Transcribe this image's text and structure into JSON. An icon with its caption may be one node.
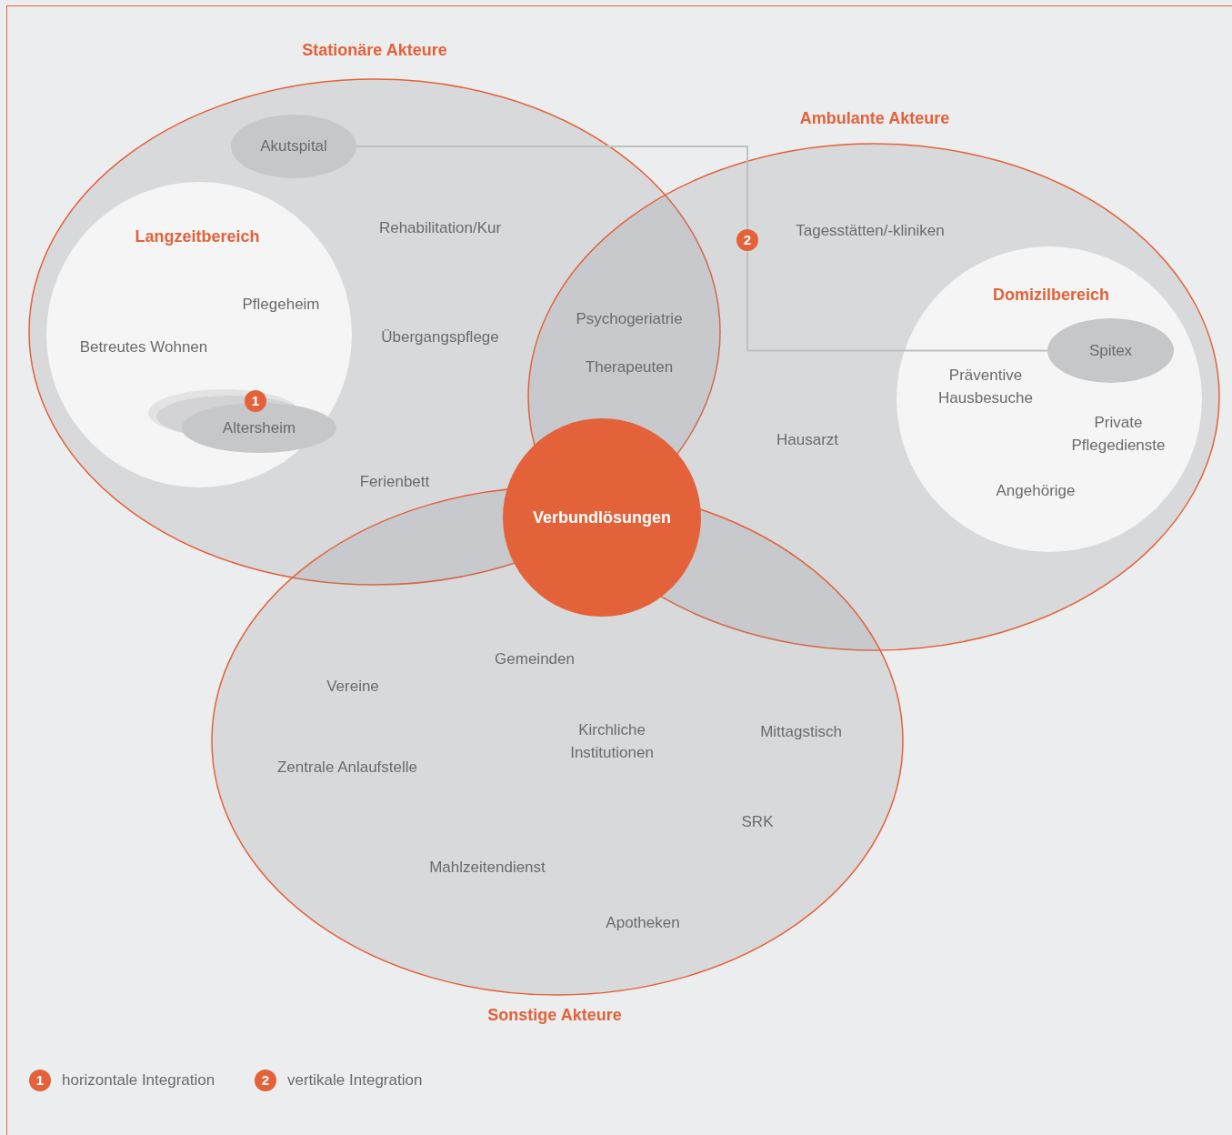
{
  "diagram": {
    "nodes": [
      {
        "text": [
          "Stationäre Akteure",
          "Rehabilitation/Kur",
          "Übergangspflege",
          "Ferienbett"
        ]
      },
      {
        "text": [
          "Langzeitbereich",
          "Pflegeheim",
          "Betreutes Wohnen"
        ],
        "in": 0
      },
      {
        "text": [
          "Akutspital"
        ],
        "in": 0
      },
      {
        "text": [
          "Altersheim"
        ],
        "in": 1
      },
      {
        "text": [
          "1"
        ],
        "in": 1
      },
      {
        "text": [
          "Ambulante Akteure",
          "Tagesstätten/-kliniken",
          "Hausarzt"
        ]
      },
      {
        "text": [
          "Domizilbereich",
          "Präventive Hausbesuche",
          "Private Pflegedienste",
          "Angehörige"
        ],
        "in": 5
      },
      {
        "text": [
          "Spitex"
        ],
        "in": 6
      },
      {
        "text": [
          "2"
        ],
        "in": 5
      },
      {
        "text": [
          "Sonstige Akteure",
          "Gemeinden",
          "Vereine",
          "Kirchliche Institutionen",
          "Mittagstisch",
          "Zentrale Anlaufstelle",
          "SRK",
          "Mahlzeitendienst",
          "Apotheken"
        ]
      },
      {
        "text": [
          "Verbundlösungen"
        ]
      },
      {
        "text": [
          "1"
        ],
        "beside": [
          "horizontale Integration"
        ]
      },
      {
        "text": [
          "2"
        ],
        "beside": [
          "vertikale Integration"
        ]
      }
    ],
    "edges": [
      {
        "from": 2,
        "to": 8,
        "arrow": "none"
      },
      {
        "from": 8,
        "to": 7,
        "arrow": "none"
      }
    ],
    "labels": [
      "Psychogeriatrie",
      "Therapeuten"
    ]
  }
}
